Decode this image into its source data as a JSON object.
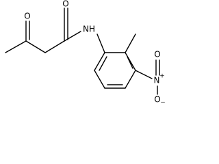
{
  "molecule": {
    "atoms": {
      "carbonyl_oxygen_1": "O",
      "carbonyl_oxygen_2": "O",
      "amide_nh": "NH",
      "nitro_nitrogen": "N",
      "nitro_n_charge": "+",
      "nitro_oxygen_top": "O",
      "nitro_oxygen_bottom": "O",
      "nitro_o_charge": "−"
    }
  }
}
